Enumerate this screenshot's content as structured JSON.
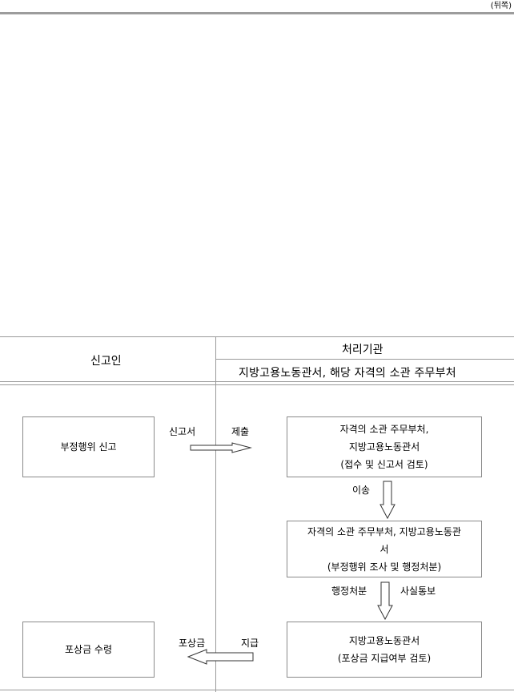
{
  "page_label": "(뒤쪽)",
  "table": {
    "reporter_header": "신고인",
    "agency_header": "처리기관",
    "agency_subheader": "지방고용노동관서, 해당 자격의 소관 주무부처"
  },
  "flow": {
    "report_box": "부정행위 신고",
    "submit_label_left": "신고서",
    "submit_label_right": "제출",
    "box1": [
      "자격의 소관 주무부처,",
      "지방고용노동관서",
      "(접수 및 신고서 검토)"
    ],
    "transfer_label": "이송",
    "box2": [
      "자격의 소관 주무부처, 지방고용노동관",
      "서",
      "(부정행위 조사 및 행정처분)"
    ],
    "admin_label": "행정처분",
    "notify_label": "사실통보",
    "box3": [
      "지방고용노동관서",
      "(포상금 지급여부 검토)"
    ],
    "pay_label_left": "포상금",
    "pay_label_right": "지급",
    "reward_box": "포상금 수령"
  }
}
